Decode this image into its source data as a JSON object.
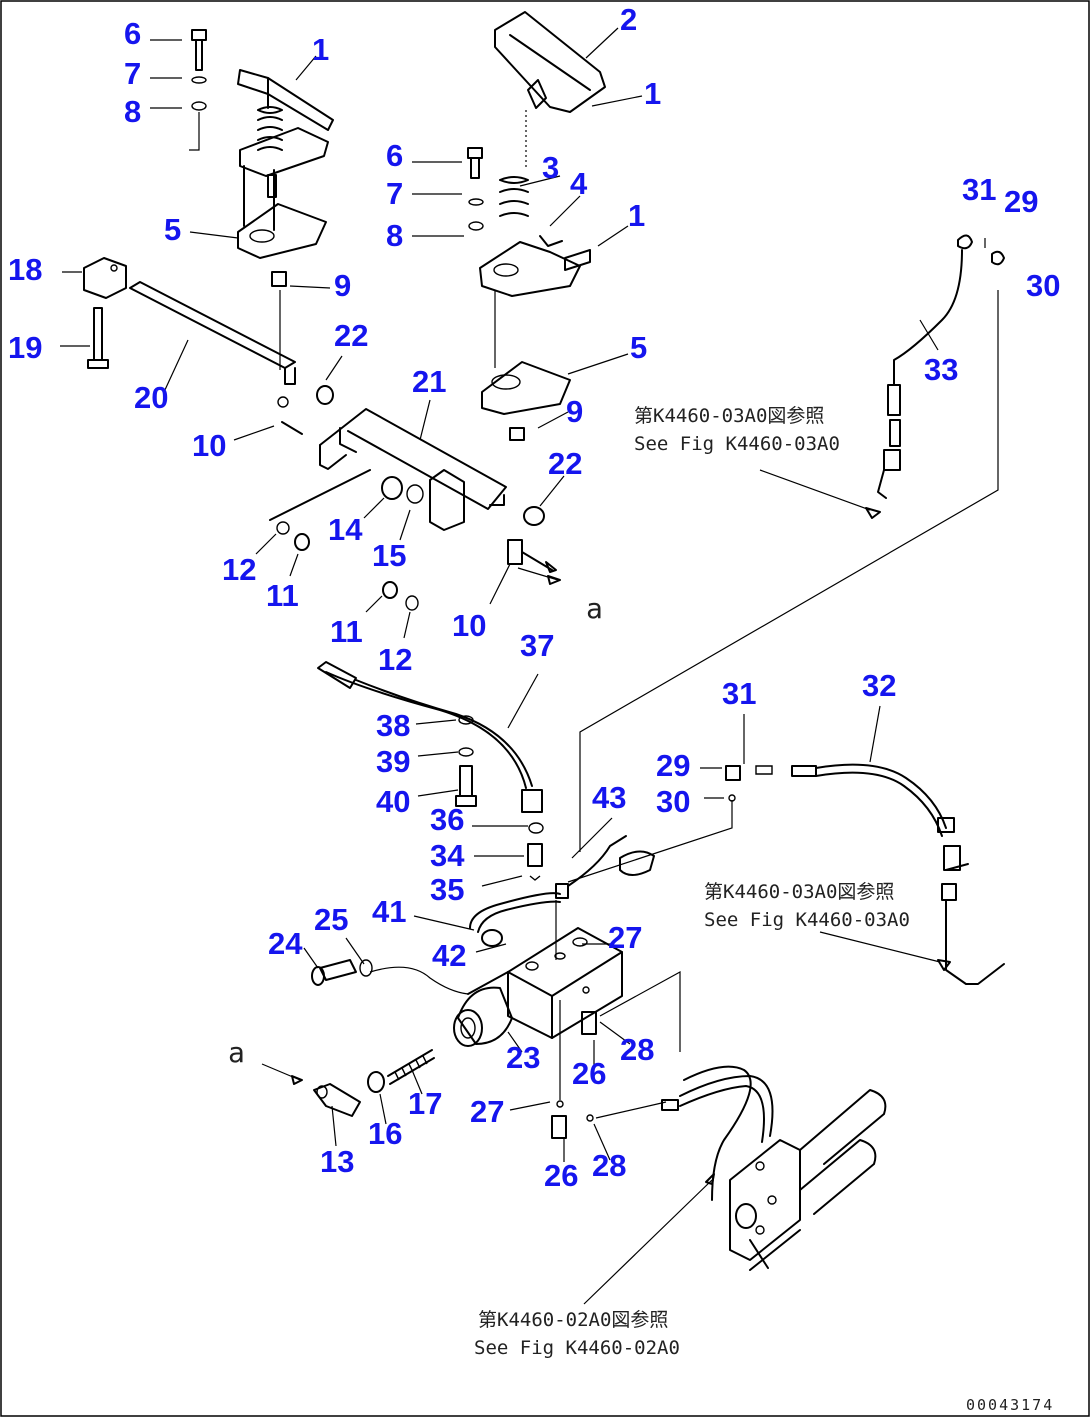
{
  "diagram": {
    "callouts": [
      {
        "id": "c6a",
        "label": "6"
      },
      {
        "id": "c7a",
        "label": "7"
      },
      {
        "id": "c8a",
        "label": "8"
      },
      {
        "id": "c1a",
        "label": "1"
      },
      {
        "id": "c2",
        "label": "2"
      },
      {
        "id": "c1b",
        "label": "1"
      },
      {
        "id": "c6b",
        "label": "6"
      },
      {
        "id": "c3",
        "label": "3"
      },
      {
        "id": "c7b",
        "label": "7"
      },
      {
        "id": "c4",
        "label": "4"
      },
      {
        "id": "c8b",
        "label": "8"
      },
      {
        "id": "c1c",
        "label": "1"
      },
      {
        "id": "c5a",
        "label": "5"
      },
      {
        "id": "c31a",
        "label": "31"
      },
      {
        "id": "c29a",
        "label": "29"
      },
      {
        "id": "c18",
        "label": "18"
      },
      {
        "id": "c9a",
        "label": "9"
      },
      {
        "id": "c30a",
        "label": "30"
      },
      {
        "id": "c19",
        "label": "19"
      },
      {
        "id": "c22a",
        "label": "22"
      },
      {
        "id": "c5b",
        "label": "5"
      },
      {
        "id": "c33",
        "label": "33"
      },
      {
        "id": "c20",
        "label": "20"
      },
      {
        "id": "c21",
        "label": "21"
      },
      {
        "id": "c10a",
        "label": "10"
      },
      {
        "id": "c9b",
        "label": "9"
      },
      {
        "id": "c22b",
        "label": "22"
      },
      {
        "id": "c14",
        "label": "14"
      },
      {
        "id": "c15",
        "label": "15"
      },
      {
        "id": "c12a",
        "label": "12"
      },
      {
        "id": "c11a",
        "label": "11"
      },
      {
        "id": "c11b",
        "label": "11"
      },
      {
        "id": "c10b",
        "label": "10"
      },
      {
        "id": "c12b",
        "label": "12"
      },
      {
        "id": "c37",
        "label": "37"
      },
      {
        "id": "c38",
        "label": "38"
      },
      {
        "id": "c31b",
        "label": "31"
      },
      {
        "id": "c32",
        "label": "32"
      },
      {
        "id": "c39",
        "label": "39"
      },
      {
        "id": "c29b",
        "label": "29"
      },
      {
        "id": "c40",
        "label": "40"
      },
      {
        "id": "c30b",
        "label": "30"
      },
      {
        "id": "c43",
        "label": "43"
      },
      {
        "id": "c36",
        "label": "36"
      },
      {
        "id": "c34",
        "label": "34"
      },
      {
        "id": "c35",
        "label": "35"
      },
      {
        "id": "c41",
        "label": "41"
      },
      {
        "id": "c25",
        "label": "25"
      },
      {
        "id": "c27a",
        "label": "27"
      },
      {
        "id": "c24",
        "label": "24"
      },
      {
        "id": "c42",
        "label": "42"
      },
      {
        "id": "c28a",
        "label": "28"
      },
      {
        "id": "c23",
        "label": "23"
      },
      {
        "id": "c26a",
        "label": "26"
      },
      {
        "id": "c17",
        "label": "17"
      },
      {
        "id": "c27b",
        "label": "27"
      },
      {
        "id": "c16",
        "label": "16"
      },
      {
        "id": "c28b",
        "label": "28"
      },
      {
        "id": "c13",
        "label": "13"
      },
      {
        "id": "c26b",
        "label": "26"
      }
    ],
    "view_marks": [
      {
        "id": "va1",
        "label": "a"
      },
      {
        "id": "va2",
        "label": "a"
      }
    ],
    "references": [
      {
        "id": "r1",
        "jp": "第K4460-03A0図参照",
        "en": "See Fig K4460-03A0"
      },
      {
        "id": "r2",
        "jp": "第K4460-03A0図参照",
        "en": "See Fig K4460-03A0"
      },
      {
        "id": "r3",
        "jp": "第K4460-02A0図参照",
        "en": "See Fig K4460-02A0"
      }
    ],
    "drawing_number": "00043174",
    "colors": {
      "callout": "#1515ee",
      "line": "#000000",
      "background": "#ffffff"
    }
  }
}
